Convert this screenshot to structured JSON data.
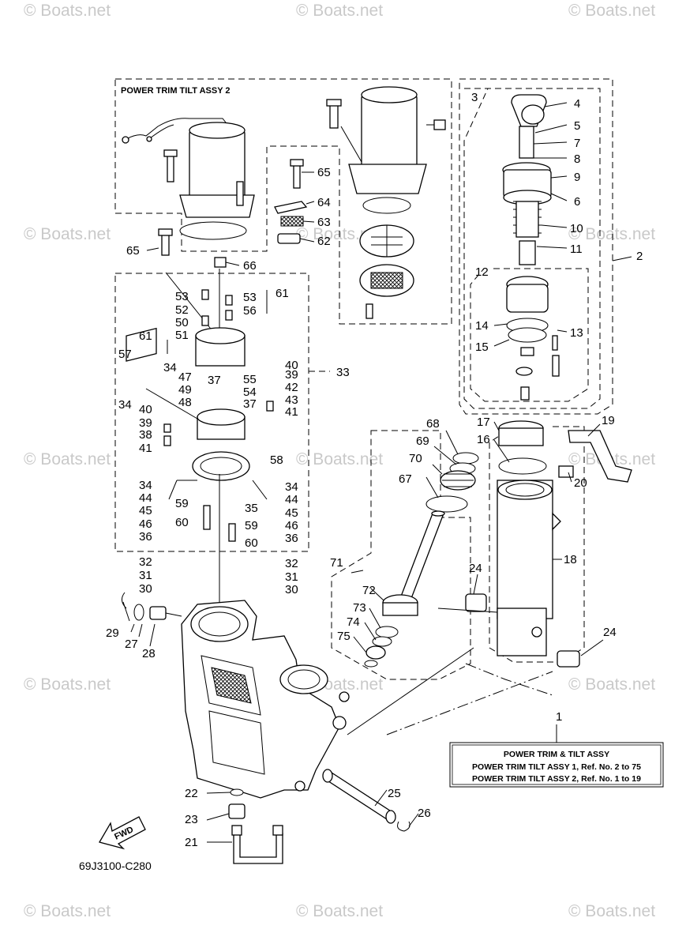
{
  "watermark": "© Boats.net",
  "assembly2_title": "POWER TRIM TILT ASSY 2",
  "part_numbers": [
    "1",
    "2",
    "3",
    "4",
    "5",
    "6",
    "7",
    "8",
    "9",
    "10",
    "11",
    "12",
    "13",
    "14",
    "15",
    "16",
    "17",
    "18",
    "19",
    "20",
    "21",
    "22",
    "23",
    "24",
    "24",
    "25",
    "26",
    "27",
    "28",
    "29",
    "30",
    "30",
    "31",
    "31",
    "32",
    "32",
    "33",
    "34",
    "34",
    "34",
    "34",
    "35",
    "36",
    "36",
    "37",
    "37",
    "38",
    "39",
    "39",
    "40",
    "40",
    "41",
    "41",
    "42",
    "43",
    "44",
    "44",
    "45",
    "45",
    "46",
    "46",
    "47",
    "48",
    "49",
    "50",
    "51",
    "52",
    "53",
    "53",
    "54",
    "55",
    "56",
    "57",
    "58",
    "59",
    "59",
    "60",
    "60",
    "61",
    "61",
    "62",
    "63",
    "64",
    "65",
    "65",
    "66",
    "67",
    "68",
    "69",
    "70",
    "71",
    "72",
    "73",
    "74",
    "75"
  ],
  "reference_table": {
    "number": "1",
    "title": "POWER TRIM & TILT ASSY",
    "rows": [
      "POWER TRIM TILT ASSY 1,  Ref. No. 2 to 75",
      "POWER TRIM TILT ASSY 2,  Ref. No. 1 to 19"
    ]
  },
  "fwd_label": "FWD",
  "diagram_code": "69J3100-C280"
}
